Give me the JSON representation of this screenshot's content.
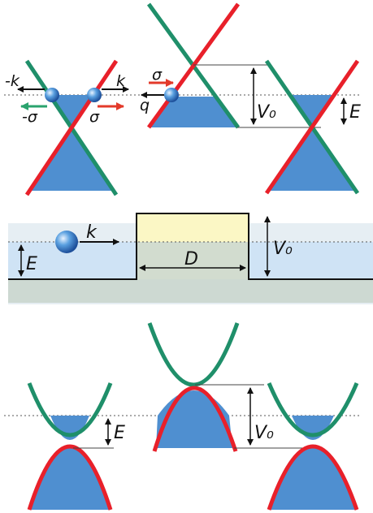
{
  "colors": {
    "band_red": "#e8202a",
    "band_green": "#1f8f6a",
    "fill_blue": "#4f8fd0",
    "sea_light": "#cfe3f5",
    "gate_yellow": "#fbf7c5",
    "gate_gray": "#d2dccf",
    "substrate_gray": "#cdd9d2",
    "arrow_green": "#2aa36e",
    "arrow_red": "#e33a2a"
  },
  "top_row": {
    "left_cone": {
      "minus_k": "-k",
      "k": "k",
      "minus_sigma": "-σ",
      "sigma": "σ"
    },
    "middle_cone": {
      "sigma": "σ",
      "q": "q",
      "V0": "V₀"
    },
    "right_cone": {
      "E": "E"
    }
  },
  "barrier": {
    "k": "k",
    "E": "E",
    "D": "D",
    "V0": "V₀"
  },
  "bottom_row": {
    "left_parabola": {
      "E": "E"
    },
    "middle_parabola": {
      "V0": "V₀"
    }
  },
  "icons": {
    "electron": "blue-sphere",
    "arrows": "arrow"
  }
}
